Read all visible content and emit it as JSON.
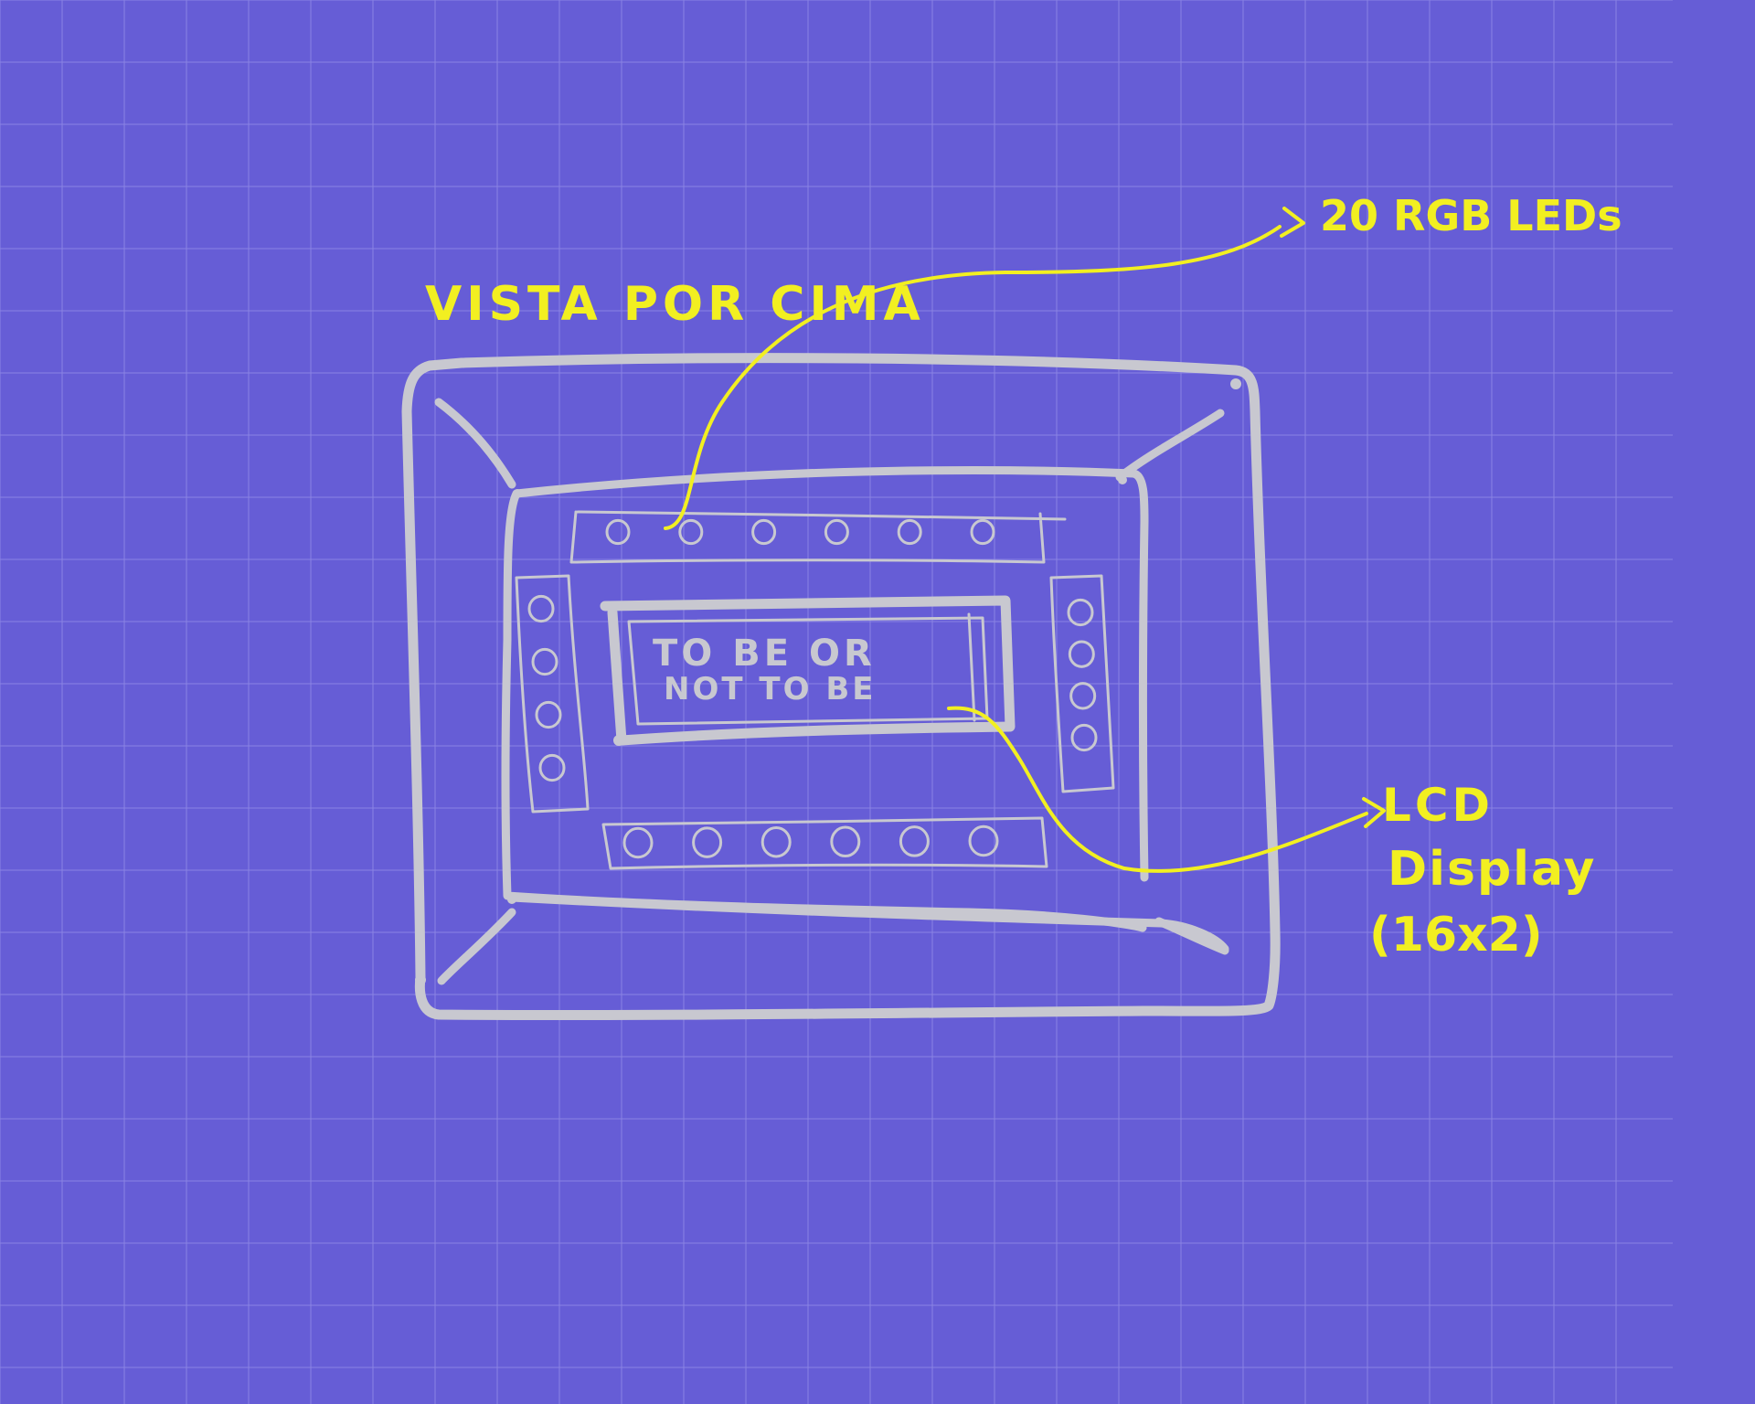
{
  "colors": {
    "background": "#665dd6",
    "grid": "#8a84e4",
    "sketch": "#c8c8d0",
    "annotation": "#f2ef21"
  },
  "title": "VISTA POR CIMA",
  "lcd_text": {
    "line1": "TO BE OR",
    "line2": "NOT TO BE"
  },
  "callouts": {
    "leds": "20 RGB LEDs",
    "lcd_line1": "LCD",
    "lcd_line2": "Display",
    "lcd_line3": "(16x2)"
  },
  "led_strips": {
    "top_count": 6,
    "bottom_count": 6,
    "left_count": 4,
    "right_count": 4
  }
}
